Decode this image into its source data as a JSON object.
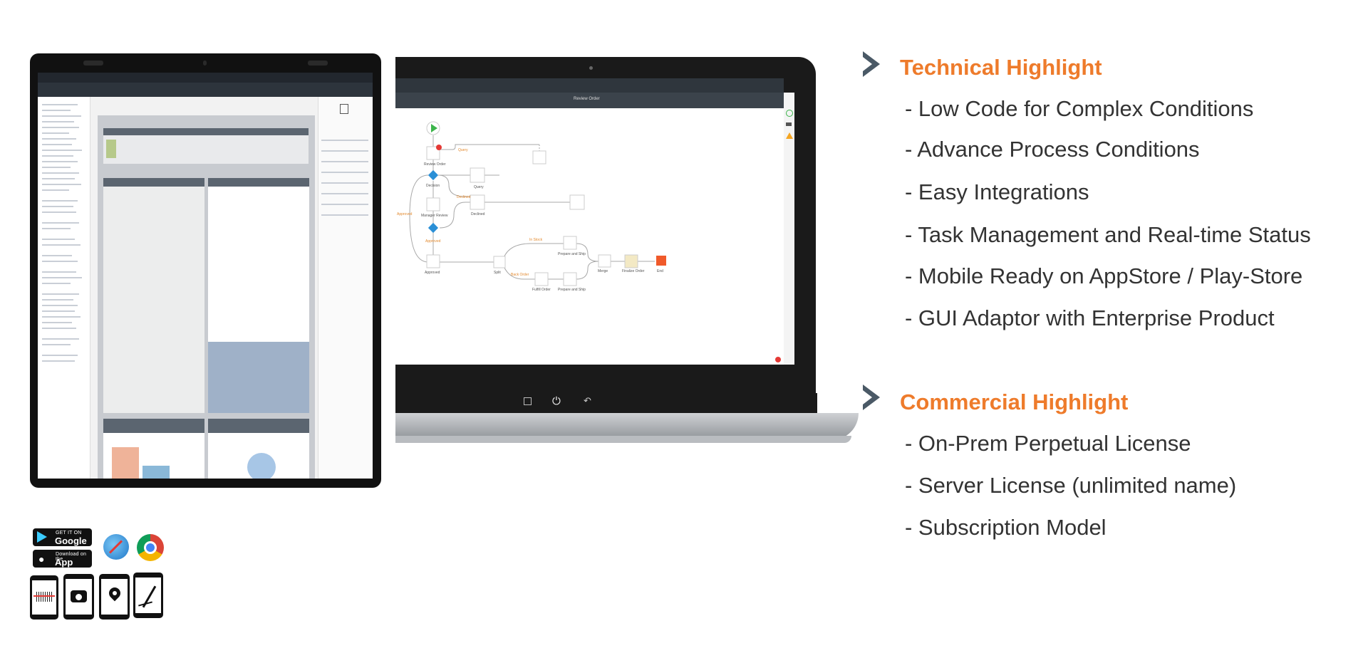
{
  "technical": {
    "title": "Technical Highlight",
    "items": [
      "- Low Code for Complex Conditions",
      "- Advance Process Conditions",
      "- Easy Integrations",
      "- Task Management and Real-time Status",
      "- Mobile Ready on AppStore / Play-Store",
      "- GUI Adaptor with Enterprise Product"
    ]
  },
  "commercial": {
    "title": "Commercial Highlight",
    "items": [
      "- On-Prem Perpetual License",
      "- Server License (unlimited name)",
      "- Subscription Model"
    ]
  },
  "badges": {
    "google_small": "GET IT ON",
    "google_large": "Google Play",
    "apple_small": "Download on the",
    "apple_large": "App Store"
  },
  "workflow": {
    "tab_title": "Review Order",
    "nodes": {
      "review": "Review Order",
      "decision1": "Decision",
      "query": "Query",
      "manager": "Manager Review",
      "declined": "Declined",
      "approved": "Approved",
      "split": "Split",
      "prepare1": "Prepare and Ship",
      "fulfill": "Fulfill Order",
      "prepare2": "Prepare and Ship",
      "merge": "Merge",
      "finalize": "Finalize Order",
      "end": "End"
    },
    "edges": {
      "query": "Query",
      "declined": "Declined",
      "approved": "Approved",
      "approved2": "Approved",
      "in_stock": "In Stock",
      "back_order": "Back Order"
    }
  },
  "colors": {
    "accent": "#ee7b2b",
    "chevron": "#4a5966",
    "text": "#333333",
    "flow_blue": "#2a8fd6",
    "start_green": "#3cb44b",
    "end_orange": "#f05a2a"
  }
}
